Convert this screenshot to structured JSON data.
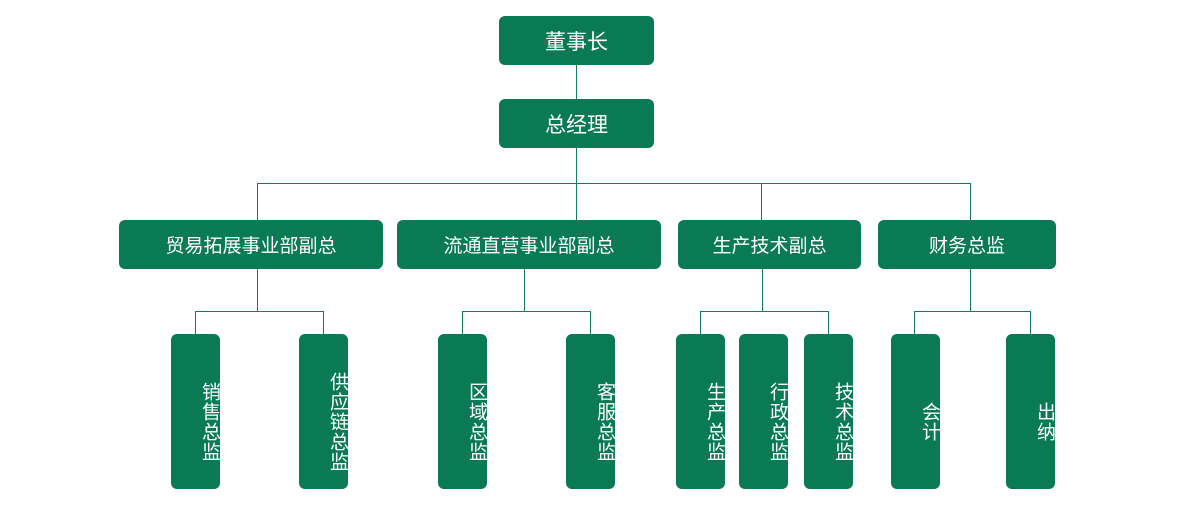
{
  "org_chart": {
    "chairman": "董事长",
    "general_manager": "总经理",
    "vice_presidents": [
      "贸易拓展事业部副总",
      "流通直营事业部副总",
      "生产技术副总",
      "财务总监"
    ],
    "directors": {
      "trade": [
        "销售总监",
        "供应链总监"
      ],
      "circulation": [
        "区域总监",
        "客服总监"
      ],
      "production": [
        "生产总监",
        "行政总监",
        "技术总监"
      ],
      "finance": [
        "会计",
        "出纳"
      ]
    }
  },
  "colors": {
    "box_fill": "#0a7a55",
    "connector": "#137a5a",
    "text": "#ffffff",
    "background": "#ffffff"
  }
}
